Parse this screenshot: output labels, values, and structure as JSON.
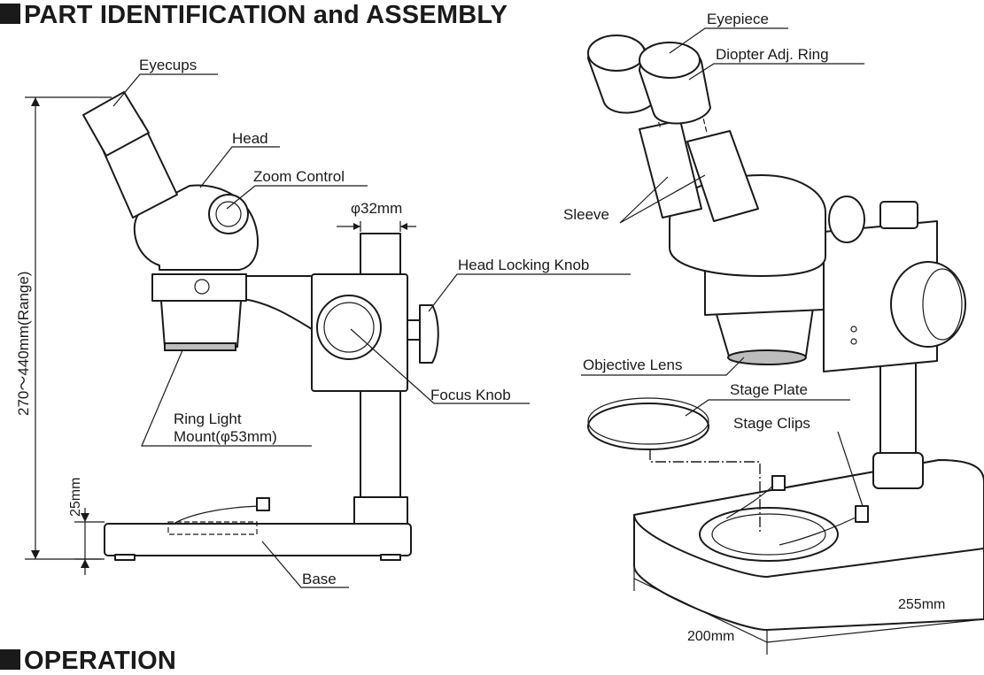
{
  "headings": {
    "part_identification": "PART IDENTIFICATION and ASSEMBLY",
    "operation": "OPERATION"
  },
  "left_view": {
    "labels": {
      "eyecups": "Eyecups",
      "head": "Head",
      "zoom_control": "Zoom Control",
      "diameter_32": "φ32mm",
      "head_locking_knob": "Head Locking Knob",
      "focus_knob": "Focus Knob",
      "ring_light_line1": "Ring Light",
      "ring_light_line2": "Mount(φ53mm)",
      "base": "Base"
    },
    "dimensions": {
      "height_range": "270～440mm(Range)",
      "base_height": "25mm"
    }
  },
  "right_view": {
    "labels": {
      "eyepiece": "Eyepiece",
      "diopter_ring": "Diopter Adj. Ring",
      "sleeve": "Sleeve",
      "objective_lens": "Objective Lens",
      "stage_plate": "Stage Plate",
      "stage_clips": "Stage Clips"
    },
    "dimensions": {
      "depth": "200mm",
      "width": "255mm"
    }
  }
}
